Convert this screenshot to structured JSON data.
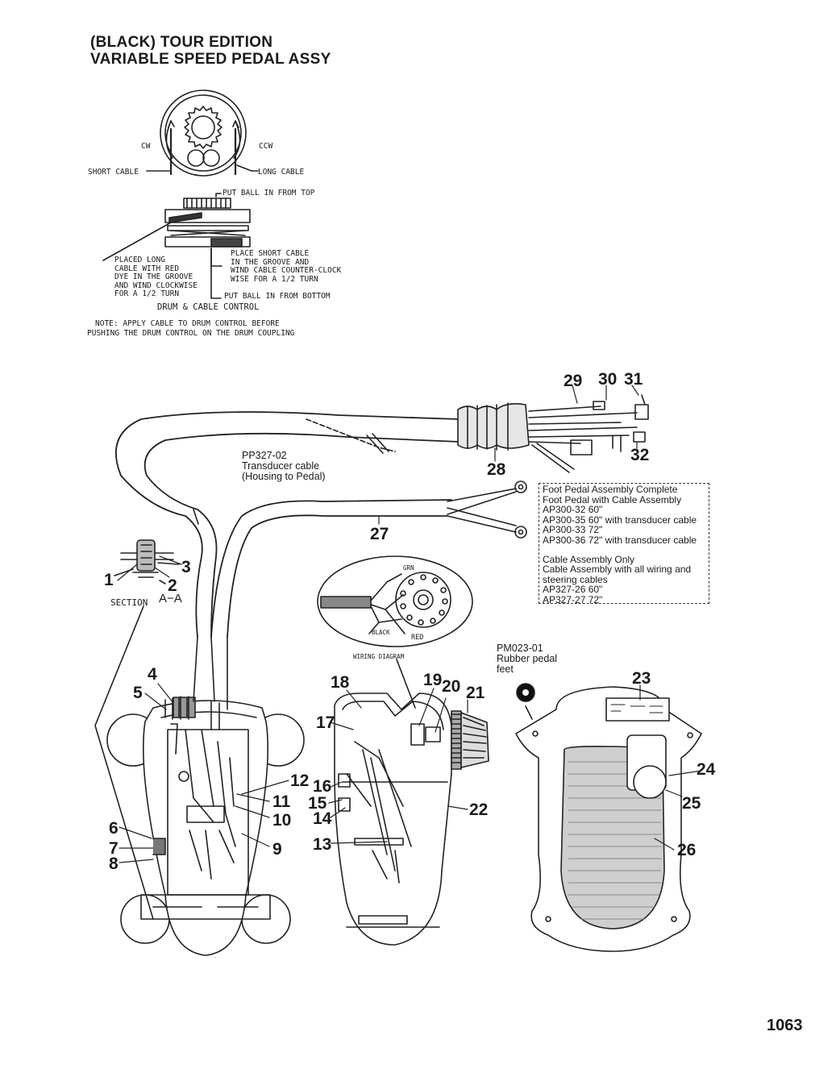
{
  "title": {
    "line1": "(BLACK) TOUR EDITION",
    "line2": "VARIABLE SPEED PEDAL ASSY"
  },
  "drum_diagram": {
    "cw": "CW",
    "ccw": "CCW",
    "short_cable": "SHORT CABLE",
    "long_cable": "LONG CABLE",
    "put_ball_top": "PUT BALL IN FROM TOP",
    "place_long": "PLACED LONG\nCABLE WITH RED\nDYE IN THE GROOVE\nAND WIND CLOCKWISE\nFOR A 1/2 TURN",
    "place_short": "PLACE SHORT CABLE\nIN THE GROOVE AND\nWIND CABLE COUNTER-CLOCK\nWISE FOR A 1/2 TURN",
    "put_ball_bottom": "PUT BALL IN FROM BOTTOM",
    "caption": "DRUM & CABLE CONTROL",
    "note_line1": "NOTE: APPLY CABLE TO DRUM CONTROL BEFORE",
    "note_line2": "PUSHING THE DRUM CONTROL ON THE DRUM COUPLING"
  },
  "transducer": {
    "part": "PP327-02",
    "name": "Transducer cable",
    "desc": "(Housing to Pedal)"
  },
  "rubber_feet": {
    "part": "PM023-01",
    "line1": "Rubber pedal",
    "line2": "feet"
  },
  "info": {
    "lines_a": [
      "Foot Pedal Assembly Complete",
      "Foot Pedal with Cable Assembly",
      "AP300-32  60\"",
      "AP300-35  60\" with transducer cable",
      "AP300-33  72\"",
      "AP300-36  72\" with transducer cable"
    ],
    "lines_b": [
      "Cable Assembly Only",
      "Cable Assembly with all wiring and",
      "steering cables",
      "AP327-26  60\"",
      "AP327-27  72\""
    ]
  },
  "section": {
    "label": "SECTION",
    "id": "A−A"
  },
  "wiring": {
    "title": "WIRING DIAGRAM",
    "grn": "GRN",
    "black": "BLACK",
    "red": "RED"
  },
  "part_numbers": [
    "1",
    "2",
    "3",
    "4",
    "5",
    "6",
    "7",
    "8",
    "9",
    "10",
    "11",
    "12",
    "13",
    "14",
    "15",
    "16",
    "17",
    "18",
    "19",
    "20",
    "21",
    "22",
    "23",
    "24",
    "25",
    "26",
    "27",
    "28",
    "29",
    "30",
    "31",
    "32"
  ],
  "page_number": "1063"
}
